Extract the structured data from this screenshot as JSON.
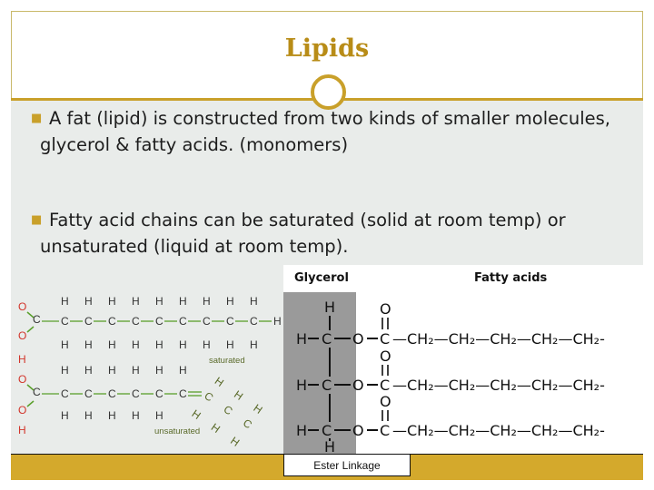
{
  "slide": {
    "title": "Lipids",
    "bullets": [
      {
        "text": "A fat (lipid) is constructed from two kinds of smaller molecules, glycerol & fatty acids. (monomers)"
      },
      {
        "text": "Fatty acid chains can be saturated (solid at room temp) or unsaturated (liquid at room temp)."
      }
    ],
    "caption": "Ester Linkage"
  },
  "left_diagram": {
    "saturated_label": "saturated",
    "unsaturated_label": "unsaturated"
  },
  "right_diagram": {
    "glycerol_label": "Glycerol",
    "fatty_acids_label": "Fatty acids",
    "chain_text": "—CH₂—CH₂—CH₂—CH₂—CH₂-"
  },
  "colors": {
    "title": "#b88c17",
    "accent": "#c9a02a",
    "content_bg": "#e9ecea",
    "atom_oxygen": "#d2342a",
    "diagram_green": "#5aa02c"
  }
}
